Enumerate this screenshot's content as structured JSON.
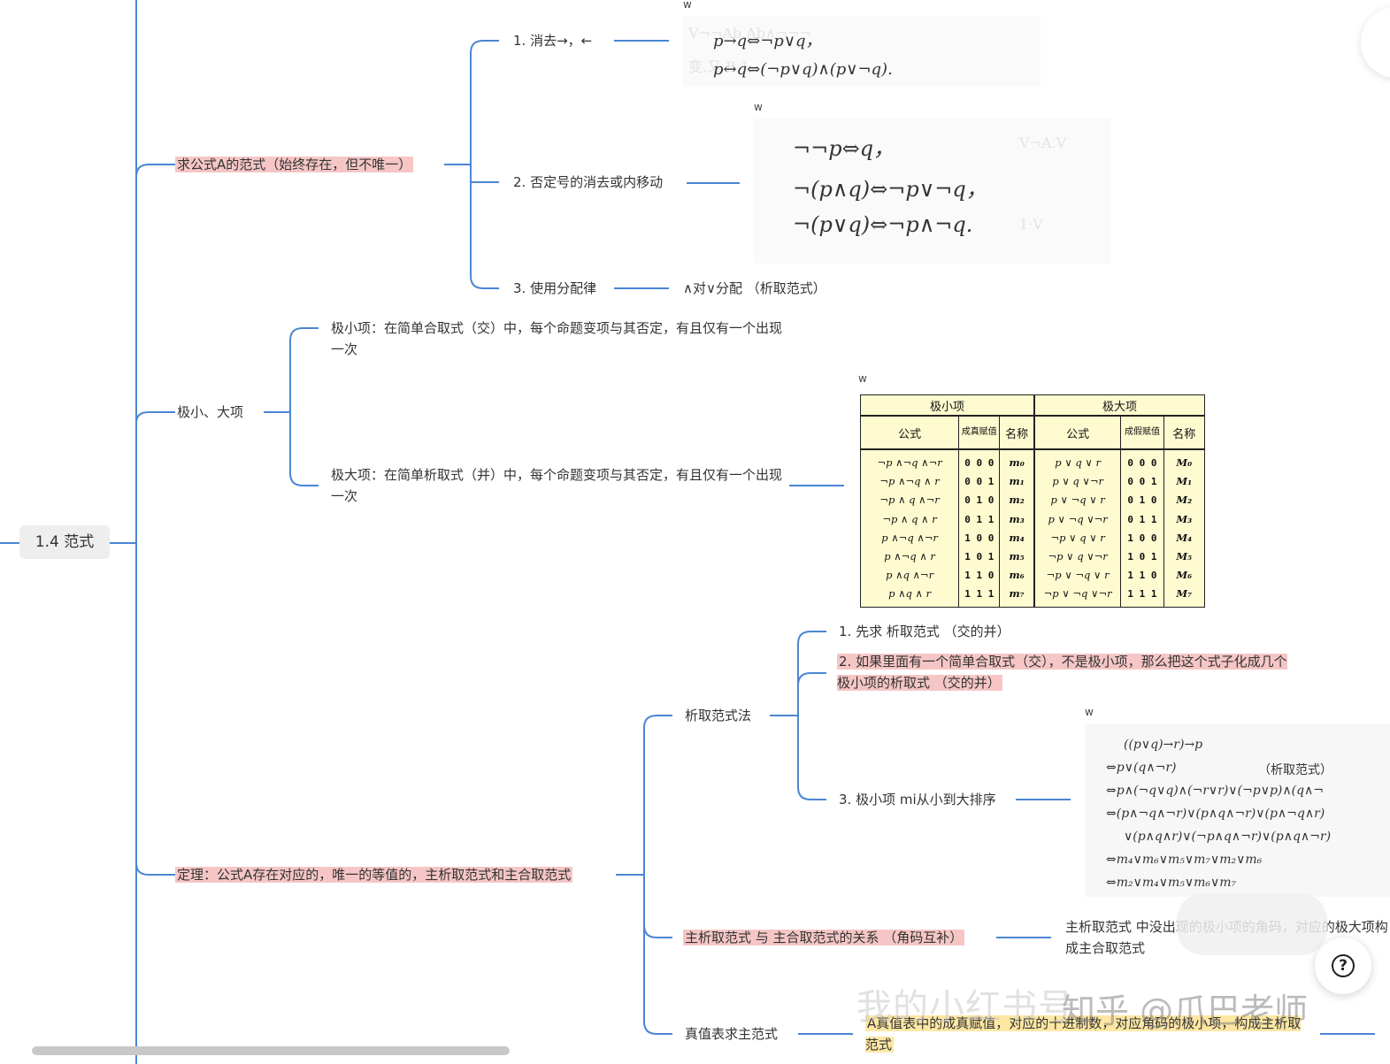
{
  "root": {
    "label": "1.4 范式"
  },
  "branch_normal_form": {
    "label": "求公式A的范式（始终存在，但不唯一）",
    "steps": [
      {
        "label": "1. 消去→，←"
      },
      {
        "label": "2. 否定号的消去或内移动"
      },
      {
        "label": "3. 使用分配律",
        "detail": "∧对∨分配 （析取范式）"
      }
    ],
    "formulas_step1": [
      "p→q⇔¬p∨q，",
      "p↔q⇔(¬p∨q)∧(p∨¬q)."
    ],
    "formulas_step2": [
      "¬¬p⇔q，",
      "¬(p∧q)⇔¬p∨¬q，",
      "¬(p∨q)⇔¬p∧¬q."
    ]
  },
  "branch_min_max": {
    "label": "极小、大项",
    "minterm_def": "极小项：在简单合取式（交）中，每个命题变项与其否定，有且仅有一个出现一次",
    "maxterm_def": "极大项：在简单析取式（并）中，每个命题变项与其否定，有且仅有一个出现一次"
  },
  "table": {
    "group_min": "极小项",
    "group_max": "极大项",
    "col_formula": "公式",
    "col_true_assign": "成真赋值",
    "col_false_assign": "成假赋值",
    "col_name": "名称",
    "min_formulas": [
      "¬p ∧¬q ∧¬r",
      "¬p ∧¬q ∧ r",
      "¬p ∧ q ∧¬r",
      "¬p ∧ q ∧ r",
      "p ∧¬q ∧¬r",
      "p ∧¬q ∧ r",
      "p ∧q ∧¬r",
      "p ∧q ∧ r"
    ],
    "assignments": [
      "0 0 0",
      "0 0 1",
      "0 1 0",
      "0 1 1",
      "1 0 0",
      "1 0 1",
      "1 1 0",
      "1 1 1"
    ],
    "min_names": [
      "m₀",
      "m₁",
      "m₂",
      "m₃",
      "m₄",
      "m₅",
      "m₆",
      "m₇"
    ],
    "max_formulas": [
      "p ∨ q ∨ r",
      "p ∨ q ∨¬r",
      "p ∨ ¬q ∨ r",
      "p ∨ ¬q ∨¬r",
      "¬p ∨ q ∨ r",
      "¬p ∨ q ∨¬r",
      "¬p ∨ ¬q ∨ r",
      "¬p ∨ ¬q ∨¬r"
    ],
    "max_names": [
      "M₀",
      "M₁",
      "M₂",
      "M₃",
      "M₄",
      "M₅",
      "M₆",
      "M₇"
    ]
  },
  "branch_theorem": {
    "label": "定理：公式A存在对应的，唯一的等值的，主析取范式和主合取范式",
    "method1": {
      "label": "析取范式法",
      "steps": [
        "1. 先求 析取范式 （交的并）",
        "2. 如果里面有一个简单合取式（交），不是极小项，那么把这个式子化成几个极小项的析取式 （交的并）",
        "3. 极小项 mi从小到大排序"
      ],
      "derivation": [
        "((p∨q)→r)→p",
        "⇔p∨(q∧¬r)",
        "（析取范式）",
        "⇔p∧(¬q∨q)∧(¬r∨r)∨(¬p∨p)∧(q∧¬",
        "⇔(p∧¬q∧¬r)∨(p∧q∧¬r)∨(p∧¬q∧r)",
        "∨(p∧q∧r)∨(¬p∧q∧¬r)∨(p∧q∧¬r)",
        "⇔m₄∨m₆∨m₅∨m₇∨m₂∨m₆",
        "⇔m₂∨m₄∨m₅∨m₆∨m₇"
      ]
    },
    "relation": {
      "label": "主析取范式 与 主合取范式的关系 （角码互补）",
      "detail": "主析取范式 中没出现的极小项的角码，对应的极大项构成主合取范式"
    },
    "truth_table": {
      "label": "真值表求主范式",
      "detail": "A真值表中的成真赋值，对应的十进制数，对应角码的极小项，构成主析取范式"
    }
  },
  "image_marker": "w",
  "watermark": "我的小红书号",
  "watermark2": "知乎 @爪巴老师",
  "help_icon": "?",
  "colors": {
    "line": "#4a86d4",
    "highlight_red": "#f6c6c6",
    "highlight_yellow": "#fde7a3",
    "table_bg": "#fffbd0"
  }
}
